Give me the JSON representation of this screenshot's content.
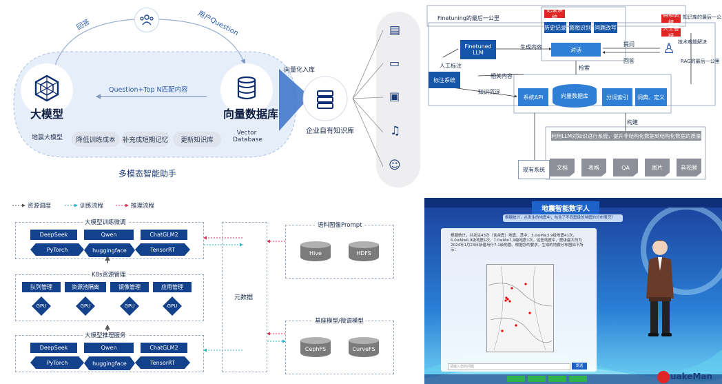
{
  "panel1": {
    "answer": "回答",
    "user_question": "用户Question",
    "vectorize": "向量化入库",
    "qa_flow": "Question+Top N匹配内容",
    "llm_title": "大模型",
    "llm_sub": "地震大模型",
    "vdb_title": "向量数据库",
    "vdb_sub": "Vector Database",
    "pills": [
      "降低训练成本",
      "补充成短期记忆",
      "更新知识库"
    ],
    "assistant": "多模态智能助手",
    "kb": "企业自有知识库"
  },
  "panel2": {
    "finetune_loop": "Finetuning的最后一公里",
    "finetuned_llm": "Finetuned LLM",
    "manual_label": "人工标注",
    "label_system": "标注系统",
    "knowledge": "知识沉淀",
    "related": "相关内容",
    "gen_content": "生成内容",
    "dialog": "对话",
    "retrieve": "检索",
    "ask": "提问",
    "answer": "回答",
    "record_sys": "记录系统",
    "history": "历史记录",
    "intent": "意图识别",
    "rewrite": "问题改写",
    "auto_sum": "自动总结",
    "manual_review": "人工答疑",
    "tech_loop": "技术难题解决",
    "lastmile": "知识库的最后一公里问答",
    "rag_loop": "RAG的最后一公里",
    "sys_api": "系统API",
    "vdb": "向量数据库",
    "tokenize": "分词索引",
    "dict": "词典、定义",
    "build": "构建",
    "pipeline": "利用LLM对知识进行系统，提升非结构化数据到结构化数据的质量",
    "existing": "现有系统",
    "docs": [
      "文档",
      "表格",
      "QA",
      "图片",
      "音视频"
    ]
  },
  "panel3": {
    "legend": [
      "资源调度",
      "训练流程",
      "推理流程"
    ],
    "train_title": "大模型训练微调",
    "train_models": [
      "DeepSeek",
      "Qwen",
      "ChatGLM2"
    ],
    "train_frameworks": [
      "PyTorch",
      "huggingface",
      "TensorRT"
    ],
    "k8s_title": "K8s资源管理",
    "k8s_items": [
      "队列管理",
      "资源池隔离",
      "镜像管理",
      "应用管理"
    ],
    "gpu": "GPU",
    "infer_title": "大模型推理服务",
    "metadata": "元数据",
    "corpus_title": "语料图像Prompt",
    "corpus_stores": [
      "Hive",
      "HDFS"
    ],
    "model_title": "基座模型/微调模型",
    "model_stores": [
      "CephFS",
      "CurveFS"
    ]
  },
  "panel4": {
    "banner": "地震智能数字人",
    "question": "根据统计，从发生的地震中，包含了不同震级的地震的分布情况？",
    "answer": "根据统计，共发生43次（含余震）地震。其中，3.0≤M≤3.9级地震41次，6.0≤M≤6.9级地震1次，7.0≤M≤7.9级地震1次。这些地震中，震级最大的为2024年1月23日新疆乌什7.1级地震。根据您的要求，生成的地震分布图如下所示：",
    "input_placeholder": "请输入您的问题",
    "send": "发送",
    "logo": "uakeMan"
  },
  "colors": {
    "navy": "#14418c",
    "blue": "#2f7fd6",
    "red": "#e02525"
  }
}
